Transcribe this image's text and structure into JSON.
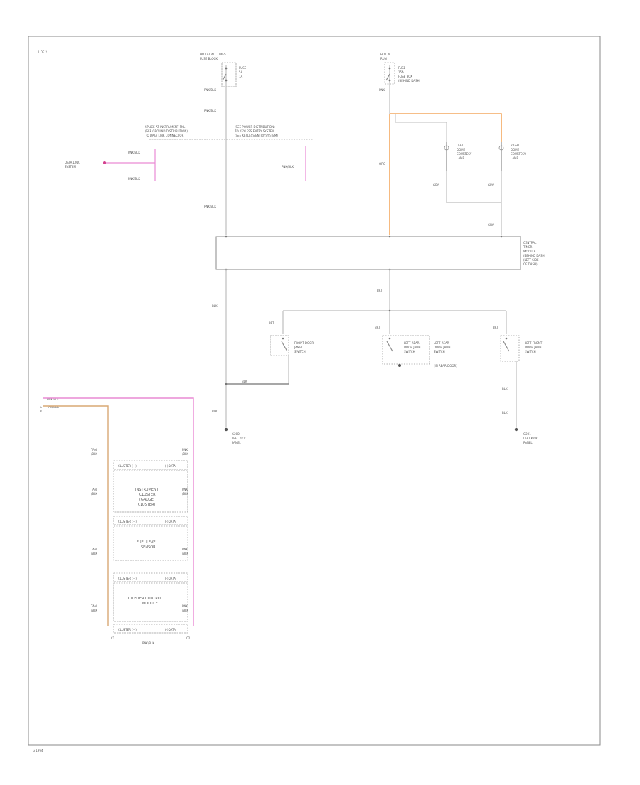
{
  "diagram": {
    "page_label": "1 OF 2",
    "footer_label": "G 1994",
    "colors": {
      "border": "#8a8a8a",
      "wire": "#bdbdbd",
      "orange_wire": "#f4a861",
      "pink_wire": "#e98ad4",
      "magenta_splice": "#d23f8c",
      "tan_wire": "#d9a874"
    },
    "labels": {
      "fuse_left": [
        "HOT AT ALL TIMES",
        "FUSE BLOCK",
        "FUSE",
        "5A",
        "1A"
      ],
      "fuse_right": [
        "HOT IN",
        "RUN",
        "FUSE",
        "15A"
      ],
      "instrument": [
        "INSTRUMENT",
        "CLUSTER",
        "(GAUGE",
        "CLUSTER)"
      ],
      "fuel_sensor": [
        "FUEL LEVEL",
        "SENSOR"
      ],
      "radio_control": [
        "CLUSTER CONTROL",
        "MODULE"
      ],
      "central_timer": [
        "CENTRAL",
        "TIMER",
        "MODULE",
        "(BEHIND DASH)"
      ],
      "door_switch_left": [
        "FRONT DOOR",
        "JAMB",
        "SWITCH"
      ],
      "door_switch_mid": [
        "LEFT REAR",
        "DOOR JAMB",
        "SWITCH"
      ],
      "door_switch_right": [
        "LEFT FRONT",
        "DOOR JAMB",
        "SWITCH"
      ],
      "ground_left": [
        "G200",
        "LEFT KICK",
        "PANEL"
      ],
      "ground_right": [
        "G201",
        "LEFT KICK",
        "PANEL"
      ],
      "relay_left": [
        "LEFT",
        "DOME",
        "COURTESY",
        "LAMP"
      ],
      "relay_right": [
        "RIGHT",
        "DOME",
        "COURTESY",
        "LAMP"
      ],
      "data_link": [
        "DATA LINK",
        "SYSTEM"
      ]
    }
  }
}
